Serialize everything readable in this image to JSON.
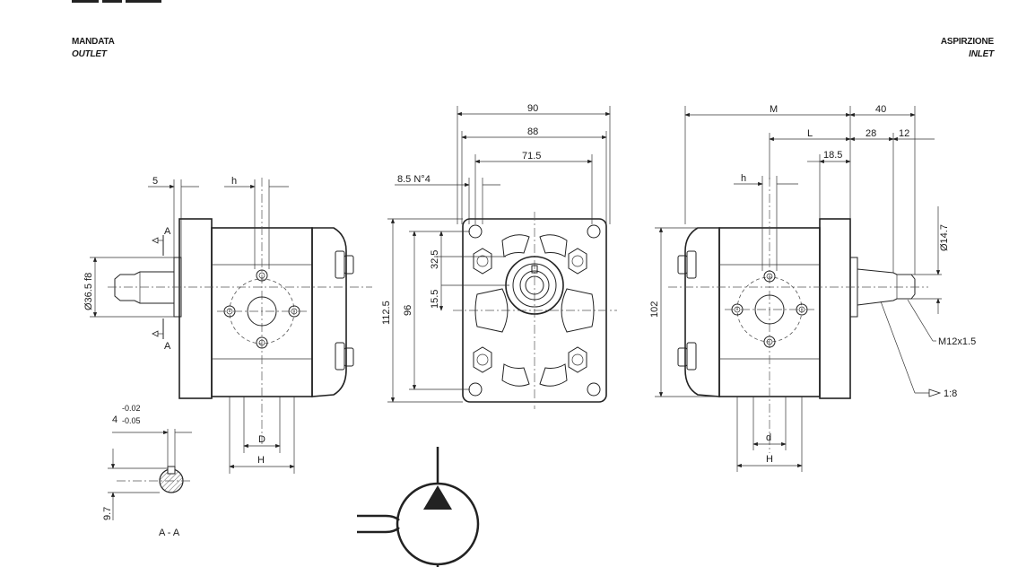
{
  "header": {
    "outlet_it": "MANDATA",
    "outlet_en": "OUTLET",
    "inlet_it": "ASPIRZIONE",
    "inlet_en": "INLET"
  },
  "left_view": {
    "dim_5": "5",
    "dim_h": "h",
    "section_a_top": "A",
    "section_a_bottom": "A",
    "dim_shaft": "Ø36.5 f8",
    "dim_D": "D",
    "dim_H": "H"
  },
  "key_section": {
    "tol_upper": "-0.02",
    "tol_main": "4",
    "tol_lower": "-0.05",
    "dim_9_7": "9.7",
    "caption": "A - A"
  },
  "front_view": {
    "dim_90": "90",
    "dim_88": "88",
    "dim_71_5": "71.5",
    "dim_holes": "8.5 N°4",
    "dim_32_5": "32.5",
    "dim_15_5": "15.5",
    "dim_112_5": "112.5",
    "dim_96": "96"
  },
  "right_view": {
    "dim_M": "M",
    "dim_40": "40",
    "dim_L": "L",
    "dim_28": "28",
    "dim_12": "12",
    "dim_18_5": "18.5",
    "dim_h": "h",
    "dim_102": "102",
    "dim_14_7": "Ø14.7",
    "dim_thread": "M12x1.5",
    "dim_taper": "1:8",
    "dim_d": "d",
    "dim_H": "H"
  },
  "icon_names": {
    "pump_symbol": "hydraulic-pump-symbol"
  }
}
